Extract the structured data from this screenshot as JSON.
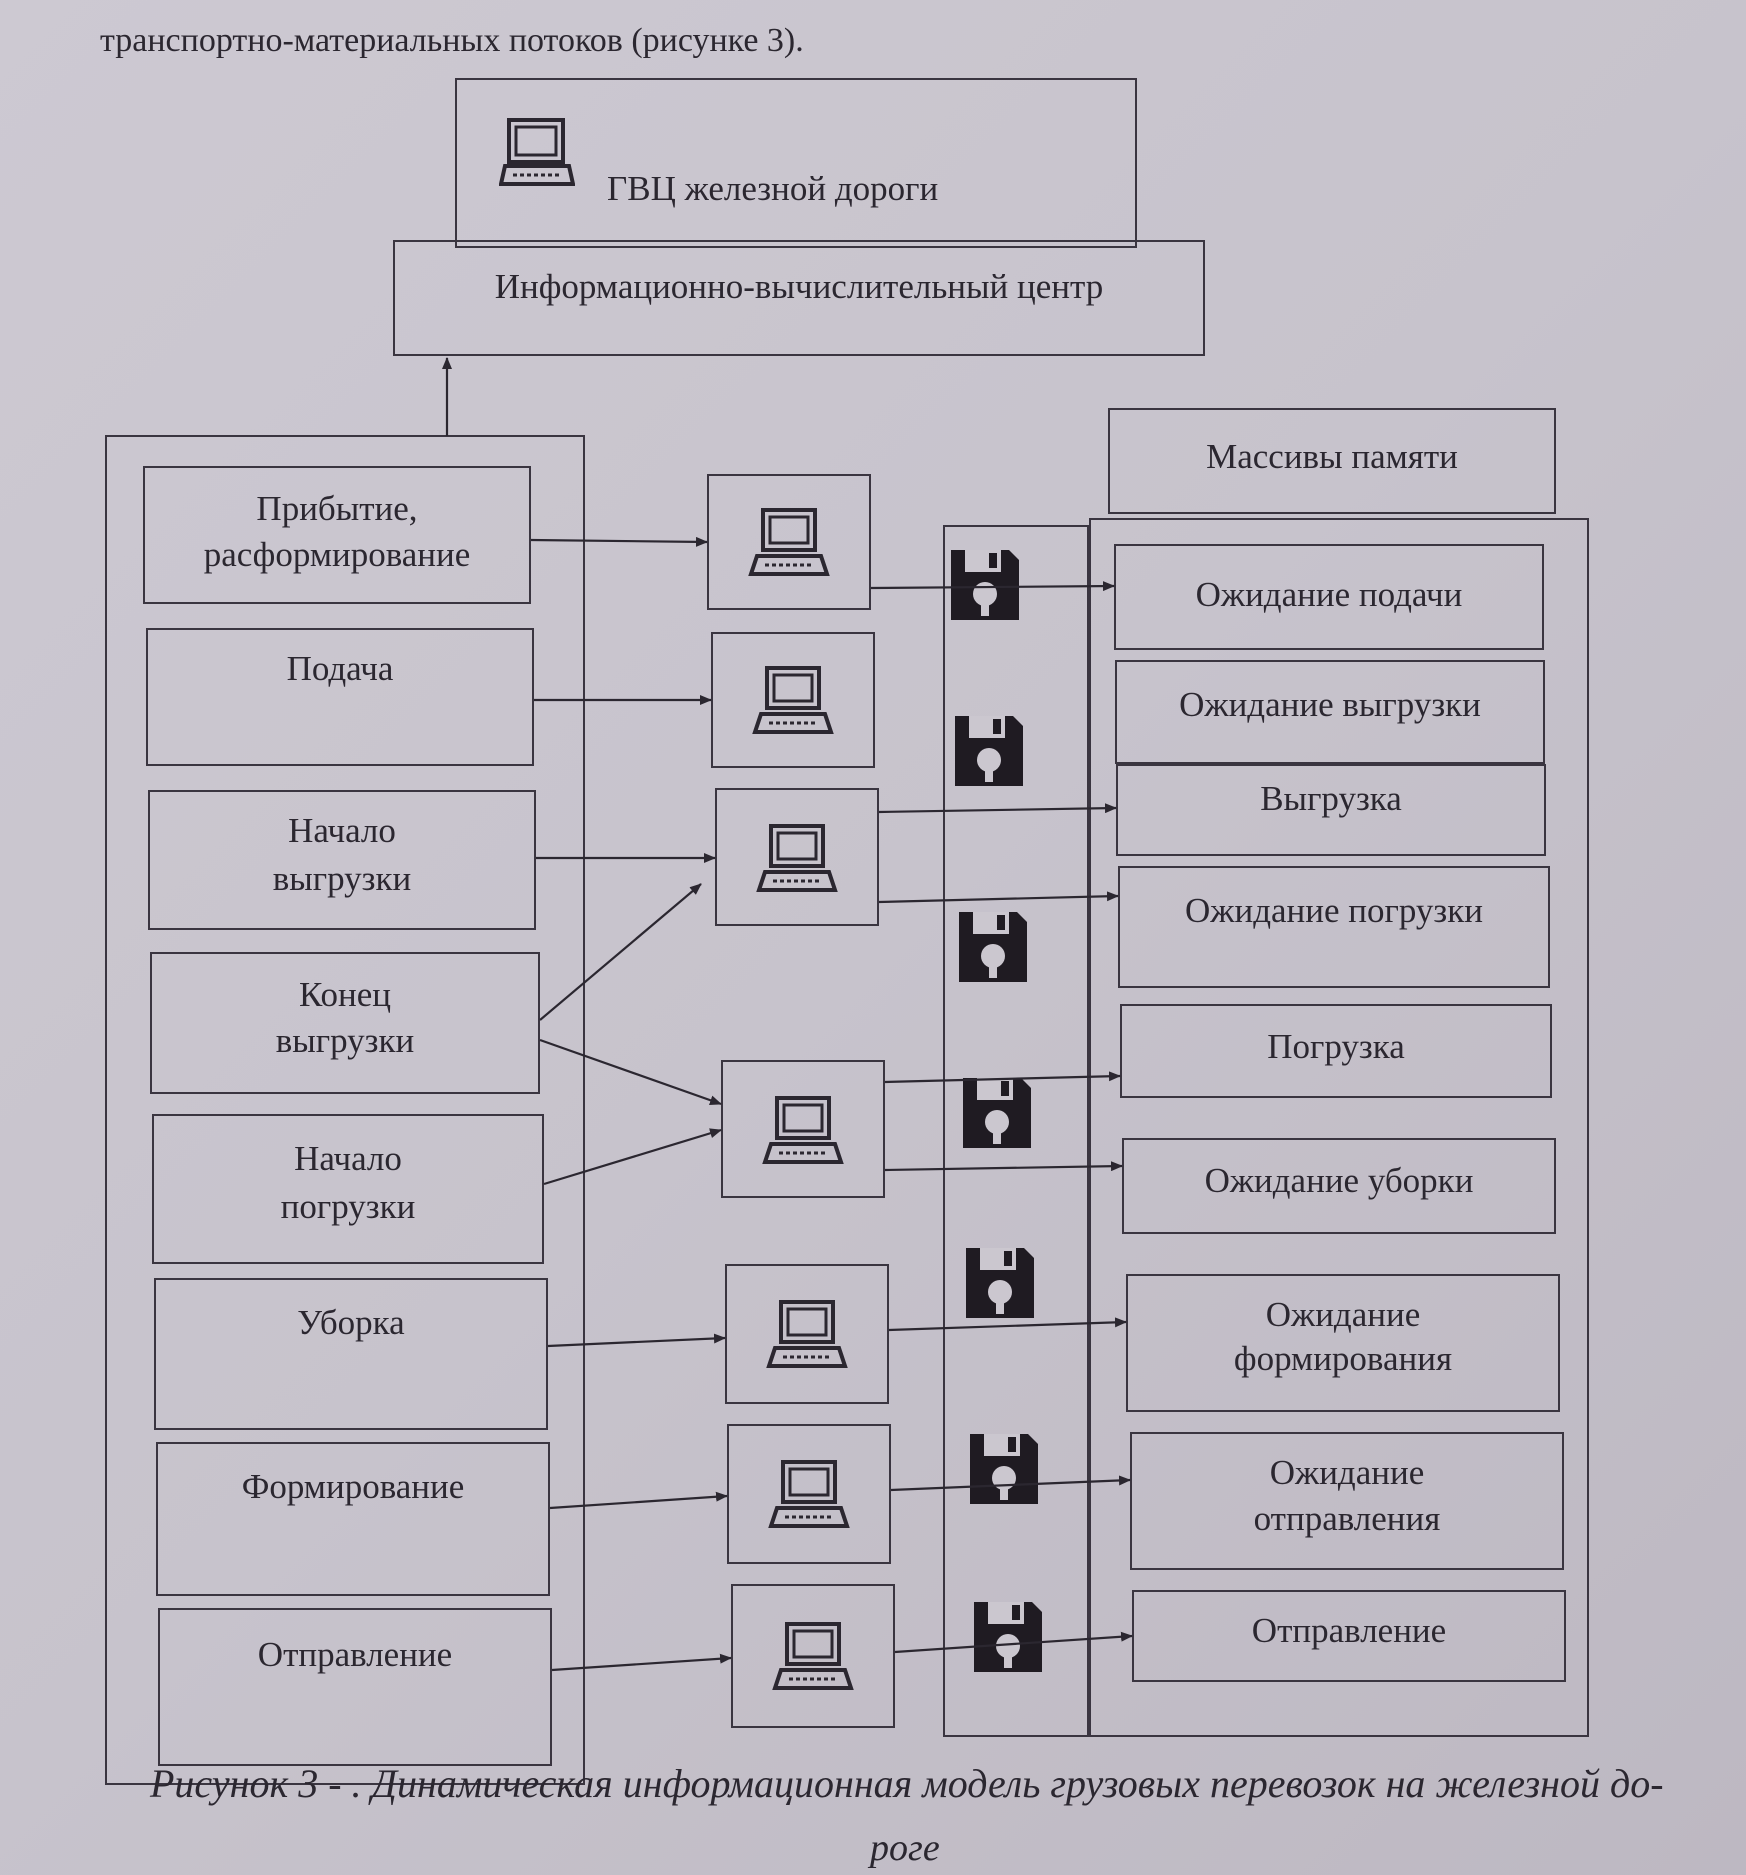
{
  "intro_text": "транспортно-материальных потоков (рисунке 3).",
  "top_center": {
    "label": "ГВЦ железной дороги",
    "icon": "computer-icon"
  },
  "info_center": {
    "label": "Информационно-вычислительный центр"
  },
  "memory_arrays": {
    "label": "Массивы памяти"
  },
  "events": [
    {
      "line1": "Прибытие,",
      "line2": "расформирование"
    },
    {
      "line1": "Подача",
      "line2": ""
    },
    {
      "line1": "Начало",
      "line2": "выгрузки"
    },
    {
      "line1": "Конец",
      "line2": "выгрузки"
    },
    {
      "line1": "Начало",
      "line2": "погрузки"
    },
    {
      "line1": "Уборка",
      "line2": ""
    },
    {
      "line1": "Формирование",
      "line2": ""
    },
    {
      "line1": "Отправление",
      "line2": ""
    }
  ],
  "memory_items": [
    {
      "line1": "Ожидание подачи",
      "line2": ""
    },
    {
      "line1": "Ожидание выгрузки",
      "line2": ""
    },
    {
      "line1": "Выгрузка",
      "line2": ""
    },
    {
      "line1": "Ожидание погрузки",
      "line2": ""
    },
    {
      "line1": "Погрузка",
      "line2": ""
    },
    {
      "line1": "Ожидание уборки",
      "line2": ""
    },
    {
      "line1": "Ожидание",
      "line2": "формирования"
    },
    {
      "line1": "Ожидание",
      "line2": "отправления"
    },
    {
      "line1": "Отправление",
      "line2": ""
    }
  ],
  "icons": {
    "workstation": "computer-icon",
    "storage": "floppy-disk-icon"
  },
  "caption": {
    "line1": "Рисунок 3 - . Динамическая информационная модель грузовых перевозок на железной до-",
    "line2": "роге"
  }
}
